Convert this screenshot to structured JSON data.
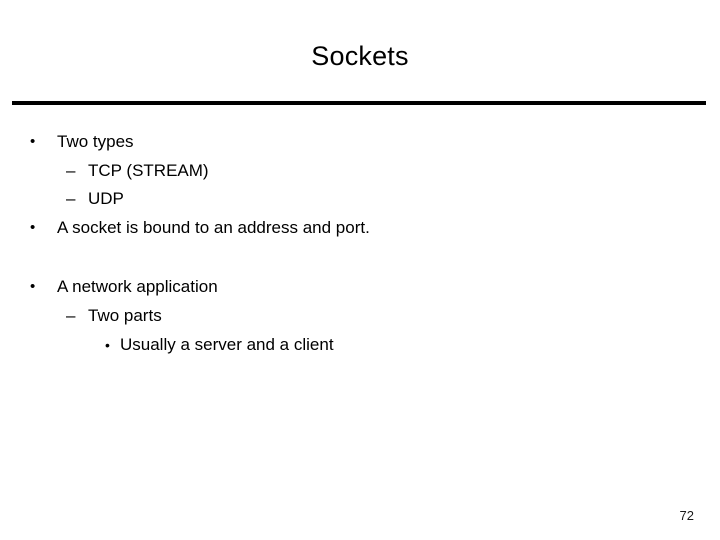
{
  "slide": {
    "title": "Sockets",
    "page_number": "72",
    "colors": {
      "background": "#ffffff",
      "text": "#000000",
      "rule": "#000000"
    },
    "markers": {
      "level1": "•",
      "level2": "–",
      "level3": "•"
    },
    "groups": [
      {
        "lines": [
          {
            "level": 1,
            "text": "Two types"
          },
          {
            "level": 2,
            "text": "TCP (STREAM)"
          },
          {
            "level": 2,
            "text": "UDP"
          },
          {
            "level": 1,
            "text": "A socket is bound to an address and port."
          }
        ]
      },
      {
        "lines": [
          {
            "level": 1,
            "text": "A network application"
          },
          {
            "level": 2,
            "text": "Two parts"
          },
          {
            "level": 3,
            "text": "Usually a server and a client"
          }
        ]
      }
    ]
  }
}
